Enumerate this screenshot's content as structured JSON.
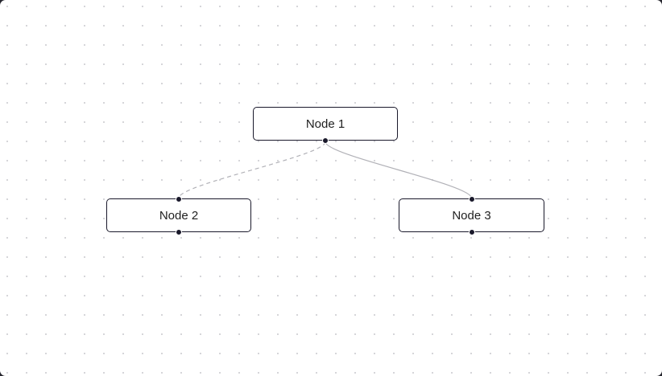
{
  "theme": {
    "outer_bg": "#26262e",
    "canvas_bg": "#ffffff",
    "dot_color": "#d2d2d6",
    "node_bg": "#ffffff",
    "node_border": "#1a192b",
    "node_text": "#1f1f1f",
    "edge_color": "#b1b1b7",
    "handle_bg": "#1a192b",
    "handle_border": "#ffffff"
  },
  "flow": {
    "nodes": [
      {
        "label": "Node 1",
        "handles": [
          "source-bottom"
        ]
      },
      {
        "label": "Node 2",
        "handles": [
          "target-top",
          "source-bottom"
        ]
      },
      {
        "label": "Node 3",
        "handles": [
          "target-top",
          "source-bottom"
        ]
      }
    ],
    "edges": [
      {
        "source": "Node 1",
        "target": "Node 2",
        "line_style": "dashed",
        "dasharray": "5 4"
      },
      {
        "source": "Node 1",
        "target": "Node 3",
        "line_style": "solid"
      }
    ]
  }
}
